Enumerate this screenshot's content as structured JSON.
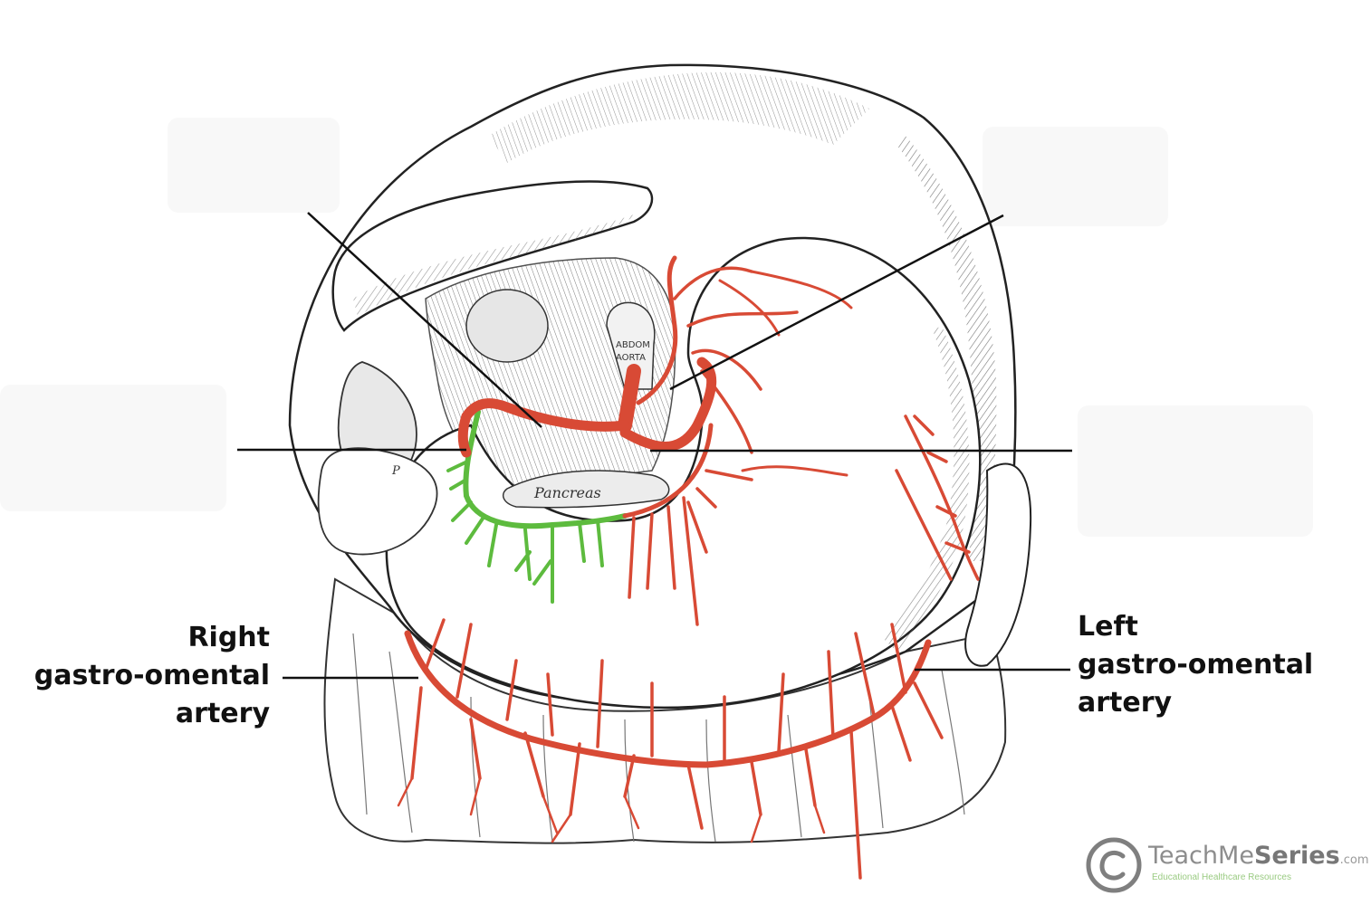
{
  "labels": {
    "right_gastro_omental": [
      "Right",
      "gastro-omental",
      "artery"
    ],
    "left_gastro_omental": [
      "Left",
      "gastro-omental",
      "artery"
    ]
  },
  "organ_text": {
    "aorta_line1": "ABDOM",
    "aorta_line2": "AORTA",
    "pancreas": "Pancreas",
    "pylorus_letter": "P"
  },
  "logo": {
    "brand_light": "TeachMe",
    "brand_bold": "Series",
    "domain": ".com",
    "tagline": "Educational Healthcare Resources"
  },
  "colors": {
    "artery_red": "#d84a35",
    "artery_green": "#5dbb3e",
    "outline": "#333333",
    "blank_label": "#f8f8f8"
  }
}
